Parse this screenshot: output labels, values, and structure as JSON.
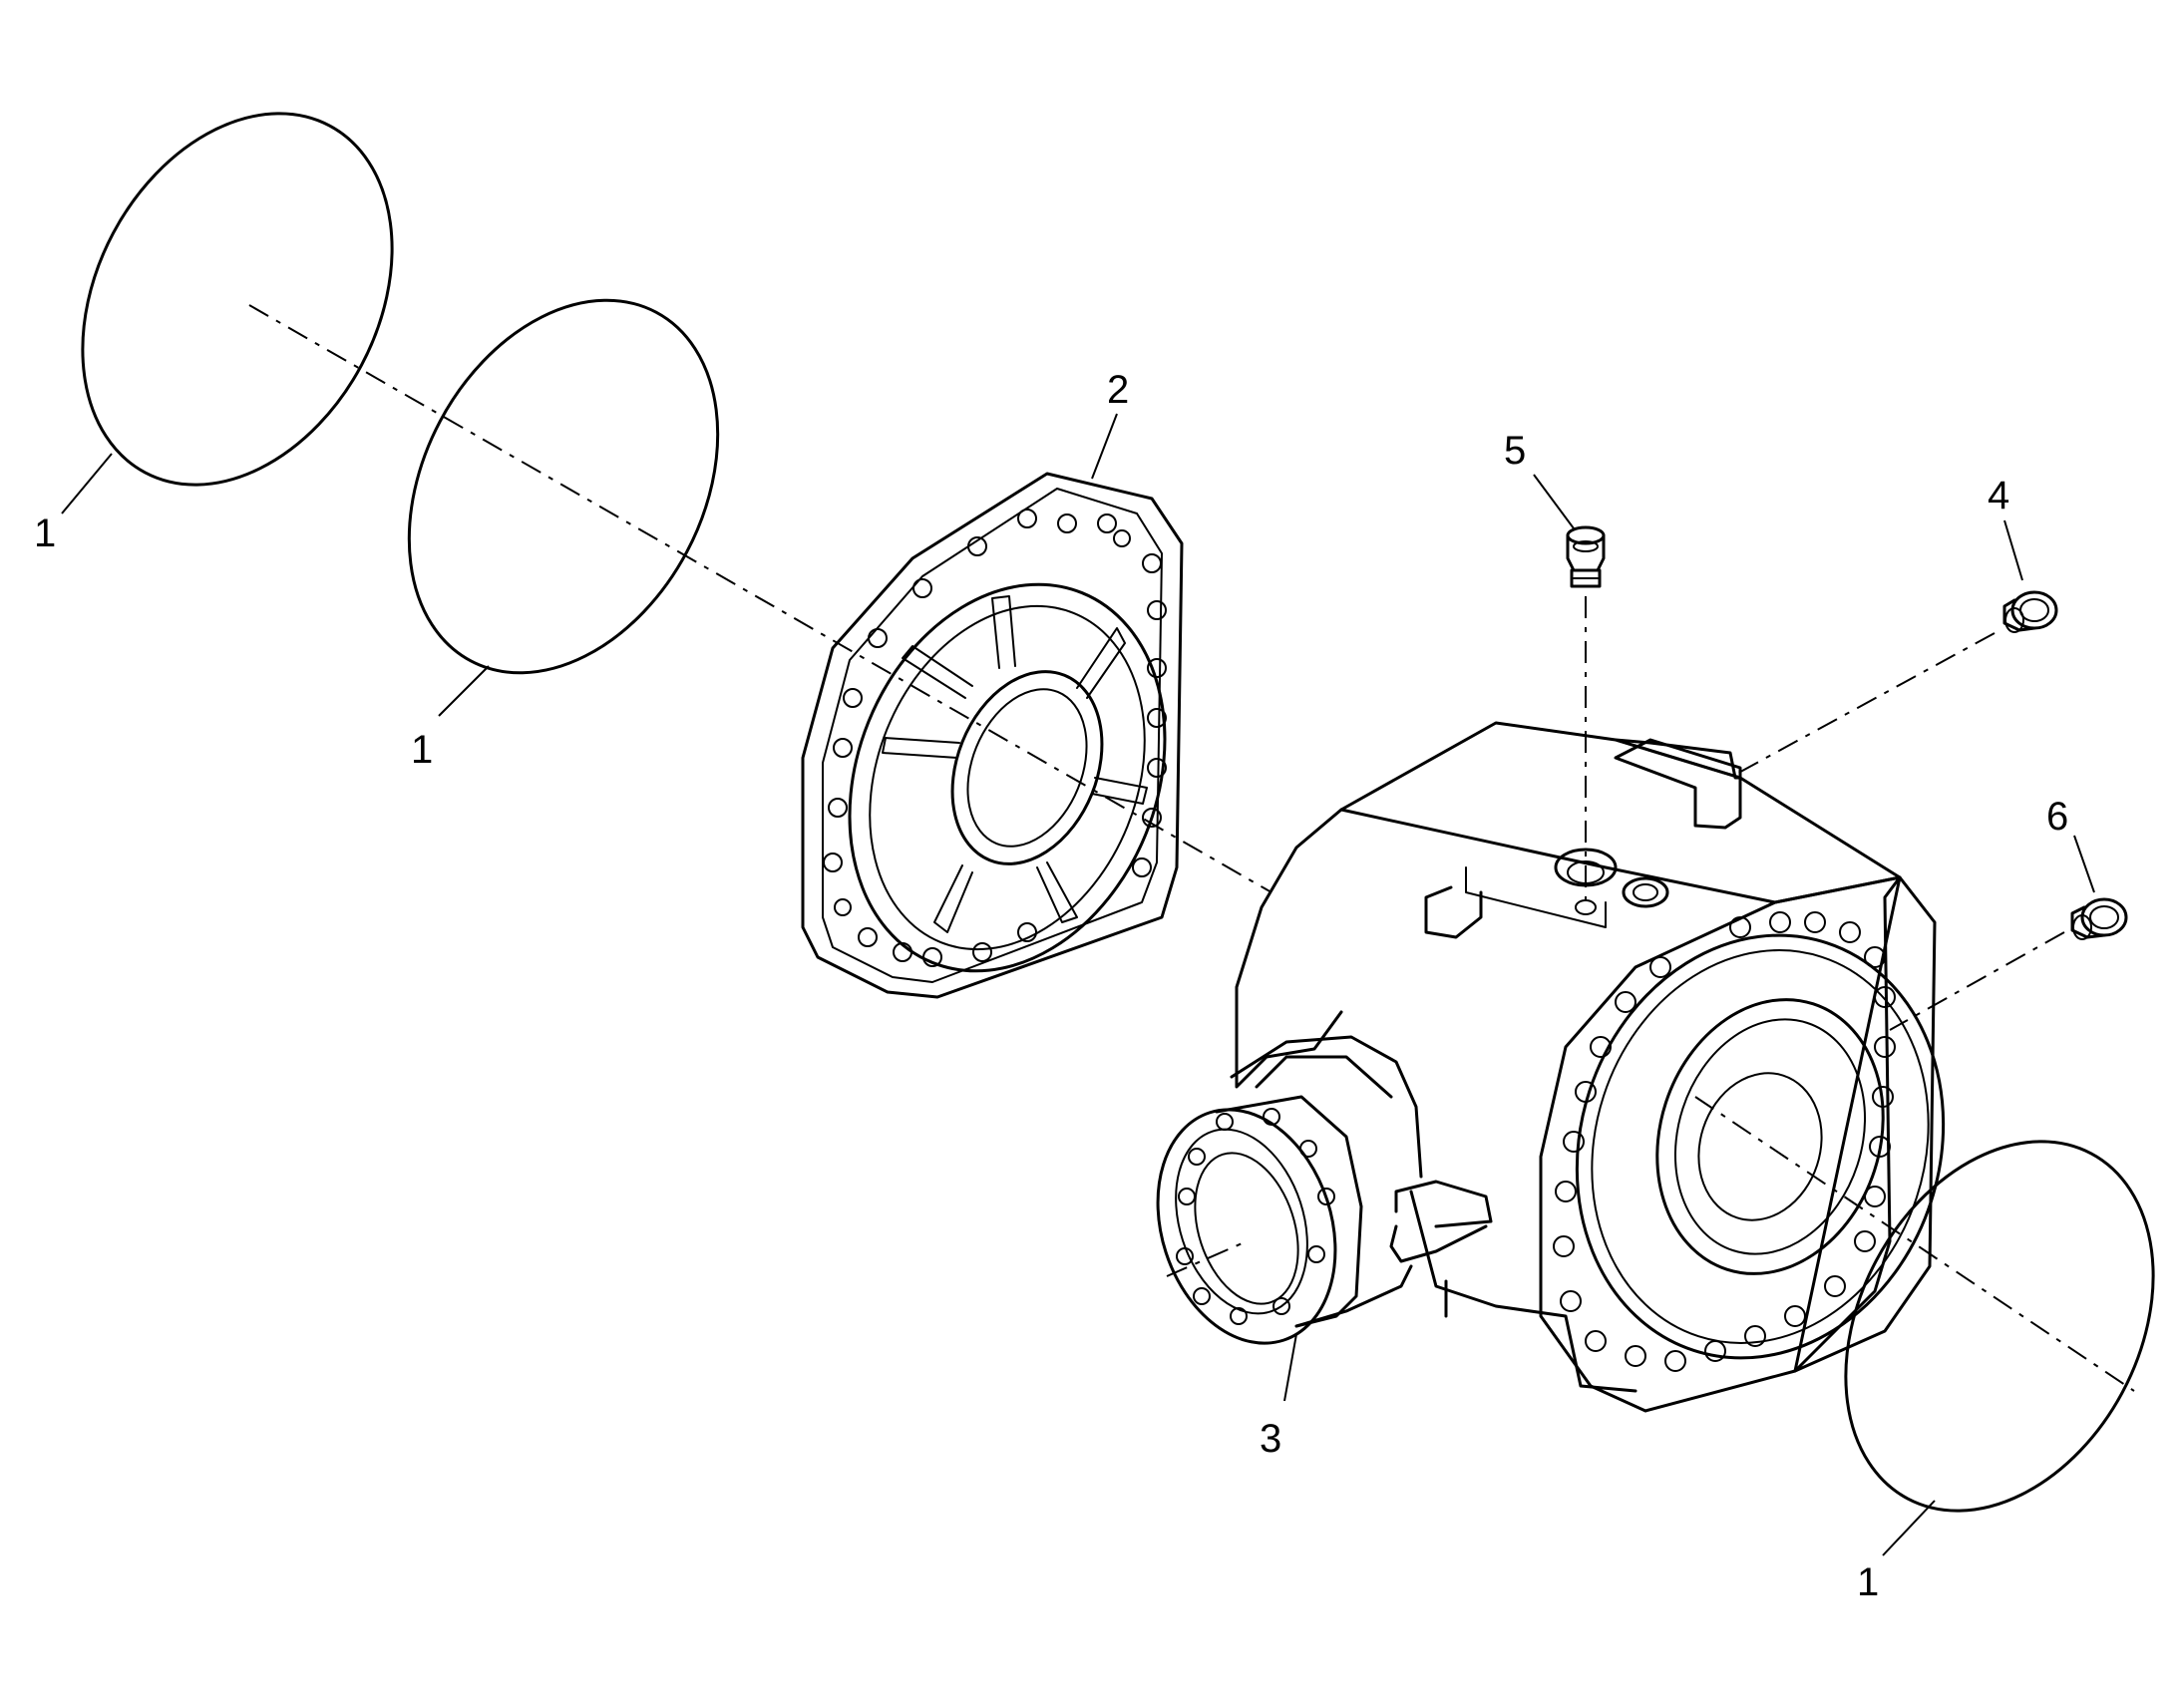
{
  "callouts": [
    {
      "id": "c1a",
      "label": "1"
    },
    {
      "id": "c1b",
      "label": "1"
    },
    {
      "id": "c2",
      "label": "2"
    },
    {
      "id": "c3",
      "label": "3"
    },
    {
      "id": "c4",
      "label": "4"
    },
    {
      "id": "c5",
      "label": "5"
    },
    {
      "id": "c6",
      "label": "6"
    },
    {
      "id": "c1c",
      "label": "1"
    }
  ]
}
